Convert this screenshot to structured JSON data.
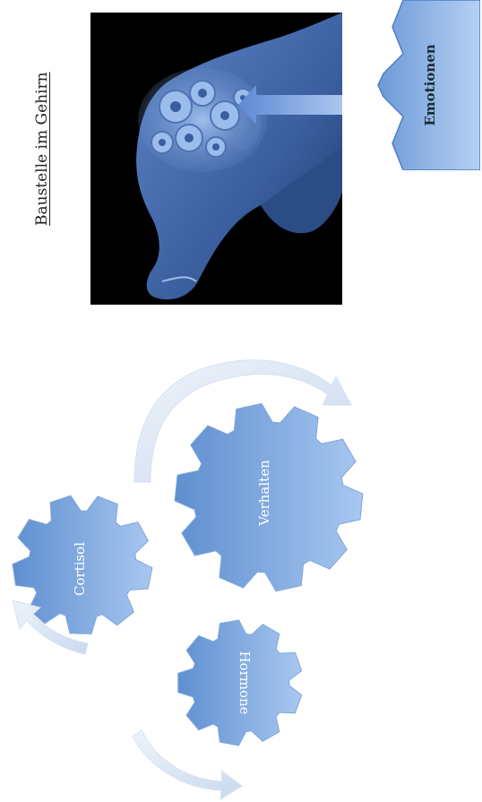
{
  "title": "Baustelle im Gehirn",
  "callout": {
    "label": "Emotionen"
  },
  "gears": [
    {
      "label": "Verhalten"
    },
    {
      "label": "Cortisol"
    },
    {
      "label": "Hormone"
    }
  ],
  "colors": {
    "gear_blue": "#8fb5e6",
    "gear_dark": "#5f8fd0",
    "arrow_pale": "#dbe6f4",
    "background_photo": "#000000"
  }
}
